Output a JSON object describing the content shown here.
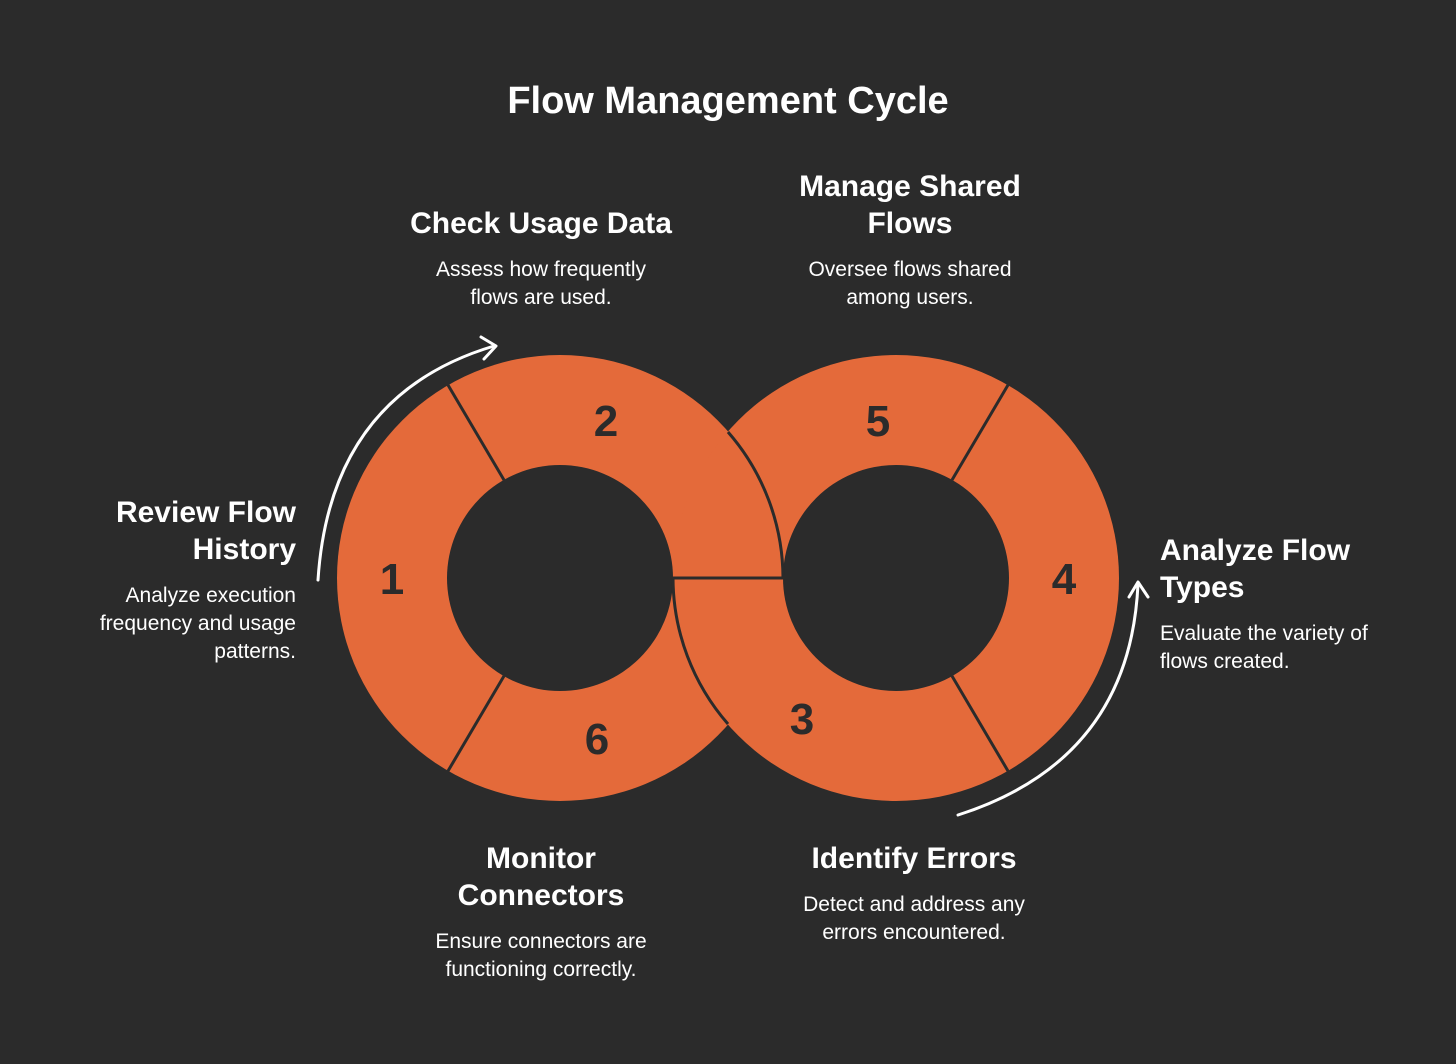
{
  "title": "Flow Management Cycle",
  "colors": {
    "background": "#2b2b2b",
    "segment": "#e46a3a",
    "divider": "#2b2b2b",
    "text": "#ffffff",
    "arrow": "#ffffff"
  },
  "steps": [
    {
      "number": "1",
      "heading": "Review Flow\nHistory",
      "description": "Analyze execution\nfrequency and usage\npatterns."
    },
    {
      "number": "2",
      "heading": "Check Usage Data",
      "description": "Assess how frequently\nflows are used."
    },
    {
      "number": "3",
      "heading": "Identify Errors",
      "description": "Detect and address any\nerrors encountered."
    },
    {
      "number": "4",
      "heading": "Analyze Flow\nTypes",
      "description": "Evaluate the variety of\nflows created."
    },
    {
      "number": "5",
      "heading": "Manage Shared\nFlows",
      "description": "Oversee flows shared\namong users."
    },
    {
      "number": "6",
      "heading": "Monitor\nConnectors",
      "description": "Ensure connectors are\nfunctioning correctly."
    }
  ]
}
